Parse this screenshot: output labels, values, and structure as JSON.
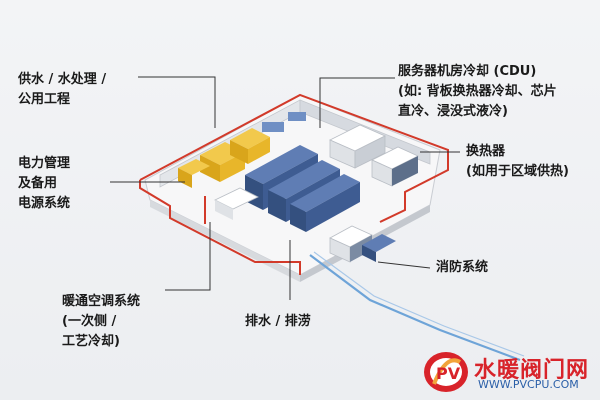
{
  "labels": {
    "water": [
      "供水 / 水处理 /",
      "公用工程"
    ],
    "power": [
      "电力管理",
      "及备用",
      "电源系统"
    ],
    "hvac": [
      "暖通空调系统",
      "(一次侧 /",
      "工艺冷却)"
    ],
    "drain": [
      "排水 / 排涝"
    ],
    "cdu": [
      "服务器机房冷却 (CDU)",
      "(如: 背板换热器冷却、芯片",
      "直冷、浸没式液冷)"
    ],
    "hx": [
      "换热器",
      "(如用于区域供热)"
    ],
    "fire": [
      "消防系统"
    ]
  },
  "watermark": {
    "logo_letters": "PV",
    "text": "水暖阀门网",
    "url": "WWW.PVCPU.COM"
  },
  "colors": {
    "leader_line": "#333333",
    "pipe_red": "#d23a2a",
    "rack_blue": "#3e5c92",
    "equipment_yellow": "#e9b51f",
    "watermark_red": "#d8232a"
  }
}
